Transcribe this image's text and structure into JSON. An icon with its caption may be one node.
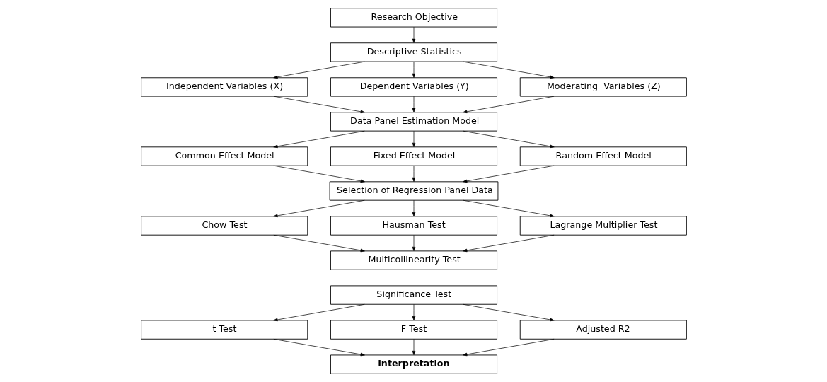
{
  "diagram": {
    "nodes": [
      {
        "text": [
          "Research Objective"
        ]
      },
      {
        "text": [
          "Descriptive Statistics"
        ]
      },
      {
        "text": [
          "Independent Variables (X)"
        ]
      },
      {
        "text": [
          "Dependent Variables (Y)"
        ]
      },
      {
        "text": [
          "Moderating  Variables (Z)"
        ]
      },
      {
        "text": [
          "Data Panel Estimation Model"
        ]
      },
      {
        "text": [
          "Common Effect Model"
        ]
      },
      {
        "text": [
          "Fixed Effect Model"
        ]
      },
      {
        "text": [
          "Random Effect Model"
        ]
      },
      {
        "text": [
          "Selection of Regression Panel Data"
        ]
      },
      {
        "text": [
          "Chow Test"
        ]
      },
      {
        "text": [
          "Hausman Test"
        ]
      },
      {
        "text": [
          "Lagrange Multiplier Test"
        ]
      },
      {
        "text": [
          "Multicollinearity Test"
        ]
      },
      {
        "text": [
          "Significance Test"
        ]
      },
      {
        "text": [
          "t Test"
        ]
      },
      {
        "text": [
          "F Test"
        ]
      },
      {
        "text": [
          "Adjusted R2"
        ]
      },
      {
        "text": [
          "Interpretation"
        ]
      }
    ],
    "edges": [
      {
        "from": 0,
        "to": 1,
        "arrow": "to"
      },
      {
        "from": 1,
        "to": 2,
        "arrow": "to"
      },
      {
        "from": 1,
        "to": 3,
        "arrow": "to"
      },
      {
        "from": 1,
        "to": 4,
        "arrow": "to"
      },
      {
        "from": 2,
        "to": 5,
        "arrow": "to"
      },
      {
        "from": 3,
        "to": 5,
        "arrow": "to"
      },
      {
        "from": 4,
        "to": 5,
        "arrow": "to"
      },
      {
        "from": 5,
        "to": 6,
        "arrow": "to"
      },
      {
        "from": 5,
        "to": 7,
        "arrow": "to"
      },
      {
        "from": 5,
        "to": 8,
        "arrow": "to"
      },
      {
        "from": 6,
        "to": 9,
        "arrow": "to"
      },
      {
        "from": 7,
        "to": 9,
        "arrow": "to"
      },
      {
        "from": 8,
        "to": 9,
        "arrow": "to"
      },
      {
        "from": 9,
        "to": 10,
        "arrow": "to"
      },
      {
        "from": 9,
        "to": 11,
        "arrow": "to"
      },
      {
        "from": 9,
        "to": 12,
        "arrow": "to"
      },
      {
        "from": 10,
        "to": 13,
        "arrow": "to"
      },
      {
        "from": 11,
        "to": 13,
        "arrow": "to"
      },
      {
        "from": 12,
        "to": 13,
        "arrow": "to"
      },
      {
        "from": 14,
        "to": 15,
        "arrow": "to"
      },
      {
        "from": 14,
        "to": 16,
        "arrow": "to"
      },
      {
        "from": 14,
        "to": 17,
        "arrow": "to"
      },
      {
        "from": 15,
        "to": 18,
        "arrow": "to"
      },
      {
        "from": 16,
        "to": 18,
        "arrow": "to"
      },
      {
        "from": 17,
        "to": 18,
        "arrow": "to"
      }
    ]
  }
}
